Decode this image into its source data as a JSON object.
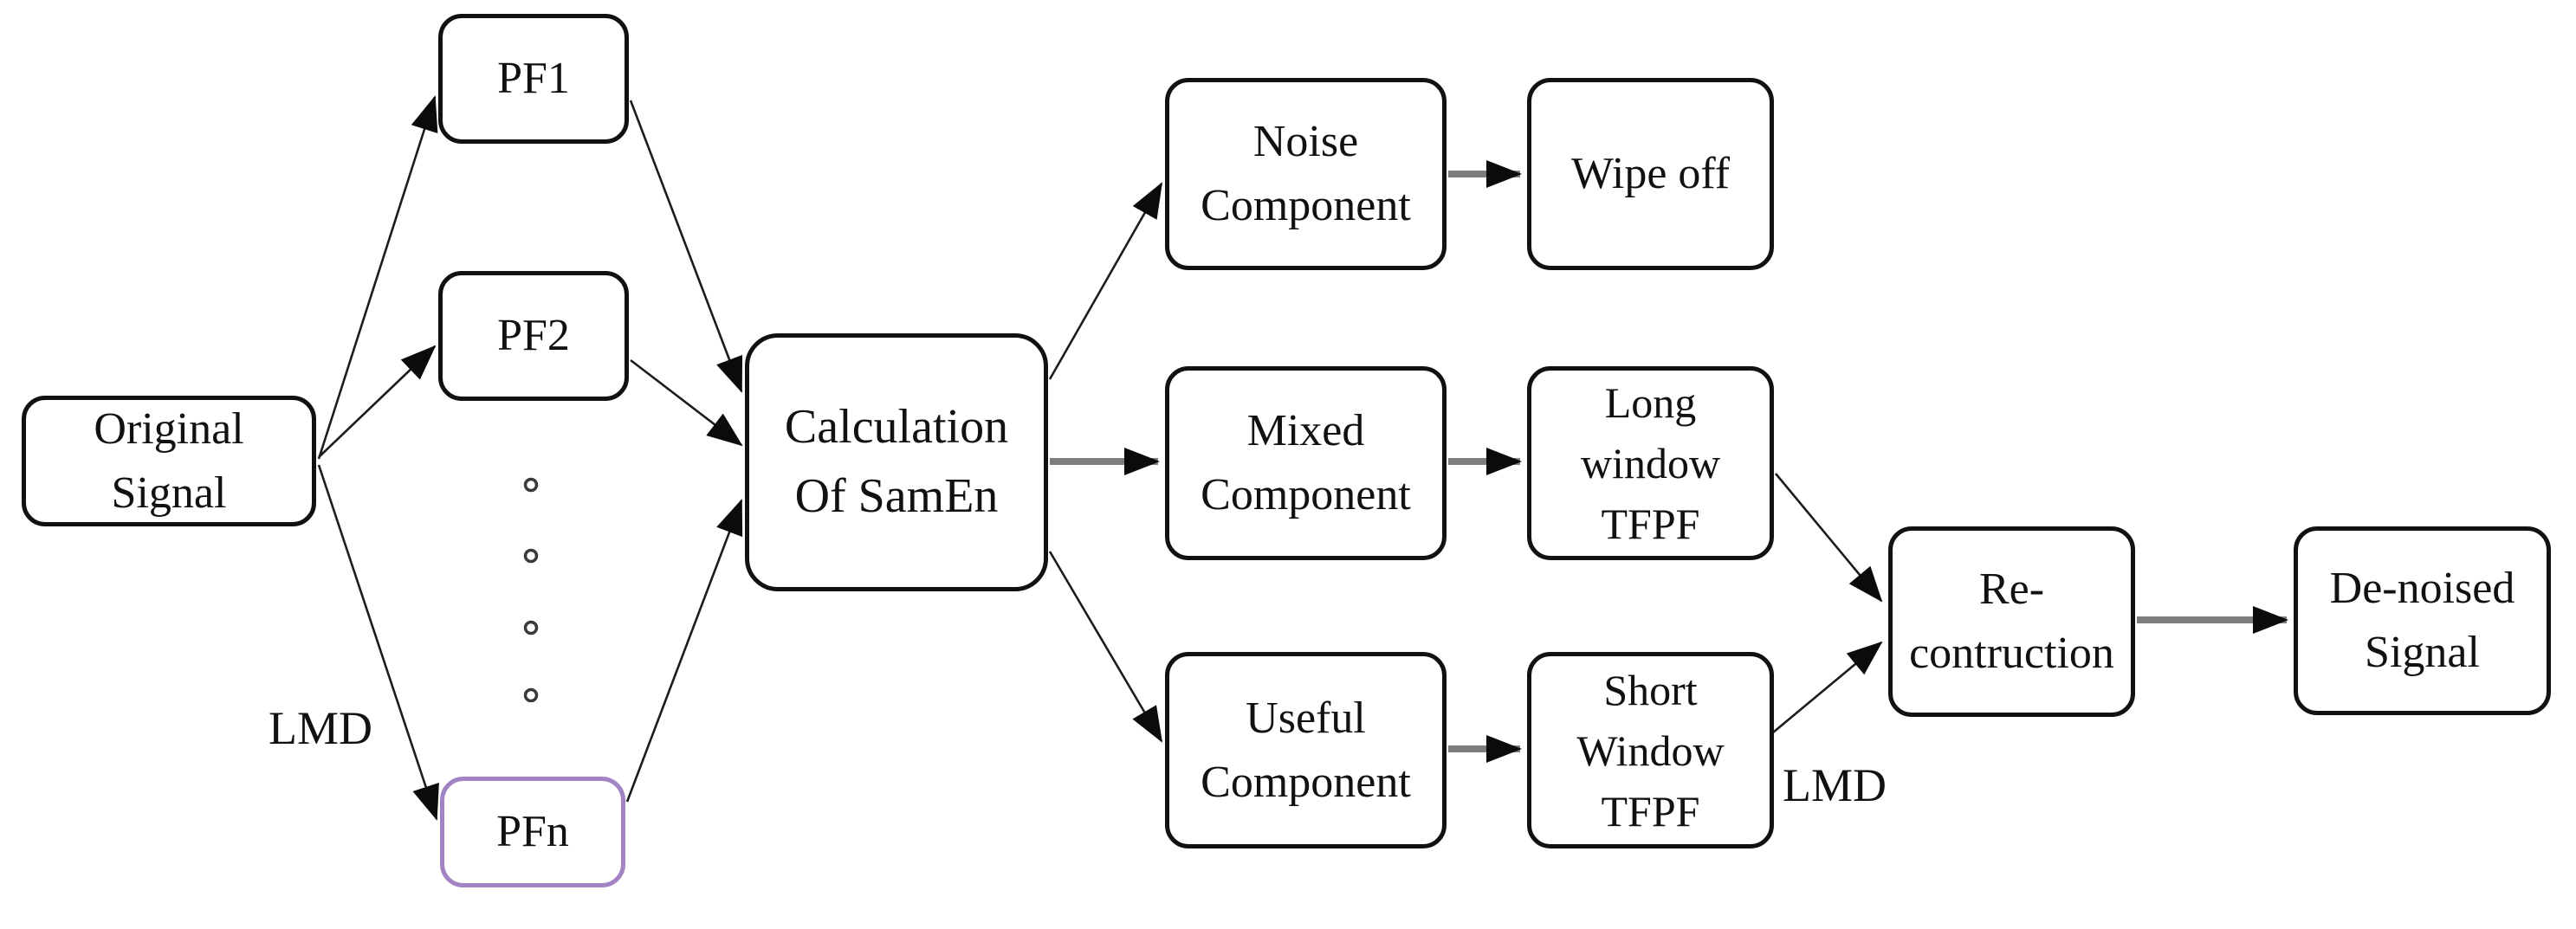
{
  "nodes": {
    "original": {
      "label": "Original\nSignal"
    },
    "pf1": {
      "label": "PF1"
    },
    "pf2": {
      "label": "PF2"
    },
    "pfn": {
      "label": "PFn"
    },
    "calc": {
      "label": "Calculation\nOf SamEn"
    },
    "noise": {
      "label": "Noise\nComponent"
    },
    "wipe": {
      "label": "Wipe off"
    },
    "mixed": {
      "label": "Mixed\nComponent"
    },
    "long_window": {
      "label": "Long\nwindow\nTFPF"
    },
    "useful": {
      "label": "Useful\nComponent"
    },
    "short_window": {
      "label": "Short\nWindow\nTFPF"
    },
    "reconstruction": {
      "label": "Re-\ncontruction"
    },
    "denoised": {
      "label": "De-noised\nSignal"
    }
  },
  "annotations": {
    "lmd_left": "LMD",
    "lmd_right": "LMD"
  },
  "ellipsis_dot_count": 4,
  "colors": {
    "node_border": "#111111",
    "pfn_border": "#a283c4",
    "connector_black": "#1c1c1c",
    "connector_gray": "#7d7d7d",
    "background": "#ffffff",
    "text": "#111111"
  },
  "edges": [
    {
      "from": "original",
      "to": "pf1",
      "label": "LMD"
    },
    {
      "from": "original",
      "to": "pf2",
      "label": "LMD"
    },
    {
      "from": "original",
      "to": "pfn",
      "label": "LMD"
    },
    {
      "from": "pf1",
      "to": "calc"
    },
    {
      "from": "pf2",
      "to": "calc"
    },
    {
      "from": "pfn",
      "to": "calc"
    },
    {
      "from": "calc",
      "to": "noise"
    },
    {
      "from": "calc",
      "to": "mixed"
    },
    {
      "from": "calc",
      "to": "useful"
    },
    {
      "from": "noise",
      "to": "wipe"
    },
    {
      "from": "mixed",
      "to": "long_window"
    },
    {
      "from": "useful",
      "to": "short_window"
    },
    {
      "from": "long_window",
      "to": "reconstruction"
    },
    {
      "from": "short_window",
      "to": "reconstruction",
      "label": "LMD"
    },
    {
      "from": "reconstruction",
      "to": "denoised"
    }
  ]
}
